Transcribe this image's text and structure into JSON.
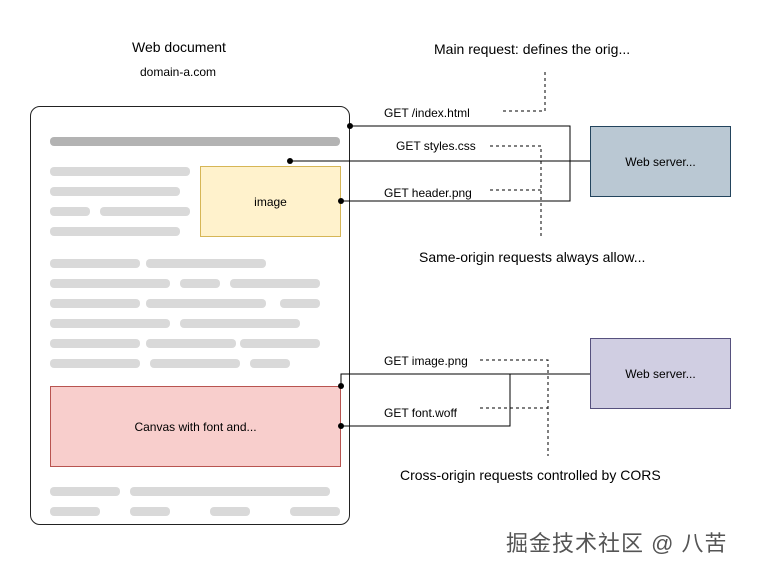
{
  "document": {
    "title": "Web document",
    "domain": "domain-a.com",
    "image_label": "image",
    "canvas_label": "Canvas with font and..."
  },
  "requests": {
    "index": "GET /index.html",
    "styles": "GET styles.css",
    "header": "GET header.png",
    "image": "GET image.png",
    "font": "GET font.woff"
  },
  "servers": {
    "server1": "Web server...",
    "server2": "Web server..."
  },
  "notes": {
    "main_request": "Main request: defines the orig...",
    "same_origin": "Same-origin requests always allow...",
    "cross_origin": "Cross-origin requests controlled by CORS"
  },
  "watermark": "掘金技术社区 @ 八苦",
  "colors": {
    "image_fill": "#fff2cc",
    "canvas_fill": "#f8cecc",
    "server1_fill": "#bac8d3",
    "server2_fill": "#d0cee2"
  }
}
